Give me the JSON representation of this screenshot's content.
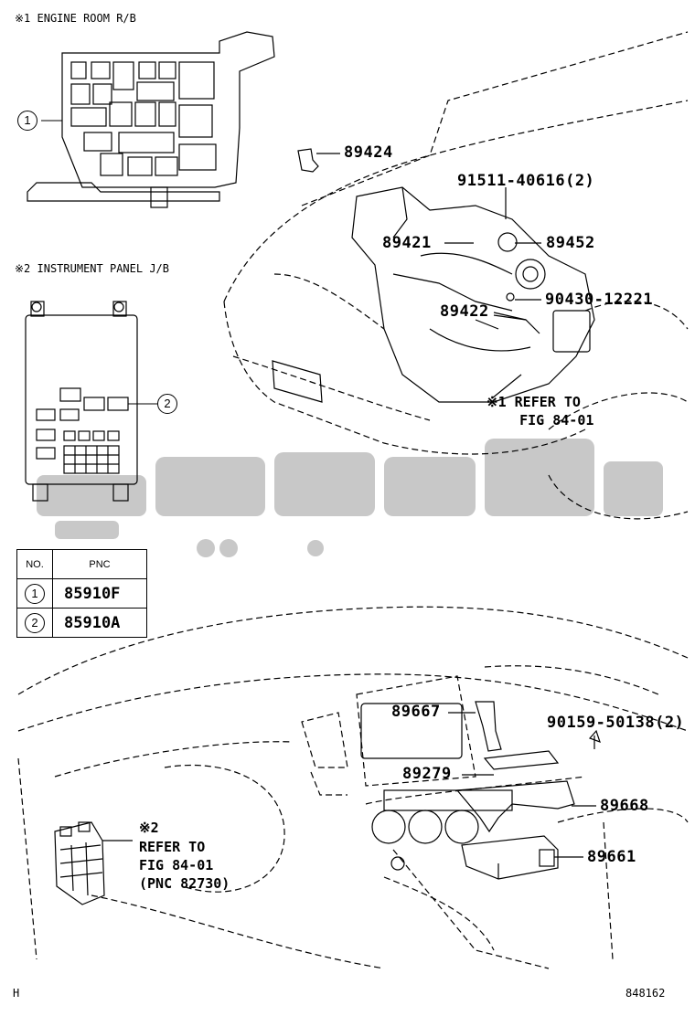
{
  "sections": {
    "engine_room": "※1 ENGINE ROOM R/B",
    "instrument_panel": "※2 INSTRUMENT PANEL J/B"
  },
  "callouts": {
    "c1": "1",
    "c2": "2"
  },
  "parts": {
    "p89424": "89424",
    "p91511": "91511-40616(2)",
    "p89421": "89421",
    "p89452": "89452",
    "p90430": "90430-12221",
    "p89422": "89422",
    "ref1": "※1 REFER TO\n    FIG 84-01",
    "p89667": "89667",
    "p90159": "90159-50138(2)",
    "p89279": "89279",
    "p89668": "89668",
    "p89661": "89661",
    "ref2_mark": "※2",
    "ref2": "REFER TO\nFIG 84-01\n(PNC 82730)"
  },
  "table": {
    "header_no": "NO.",
    "header_pnc": "PNC",
    "rows": [
      {
        "no": "1",
        "pnc": "85910F"
      },
      {
        "no": "2",
        "pnc": "85910A"
      }
    ]
  },
  "footer": {
    "left": "H",
    "right": "848162"
  },
  "watermark_color": "#c8c8c8"
}
